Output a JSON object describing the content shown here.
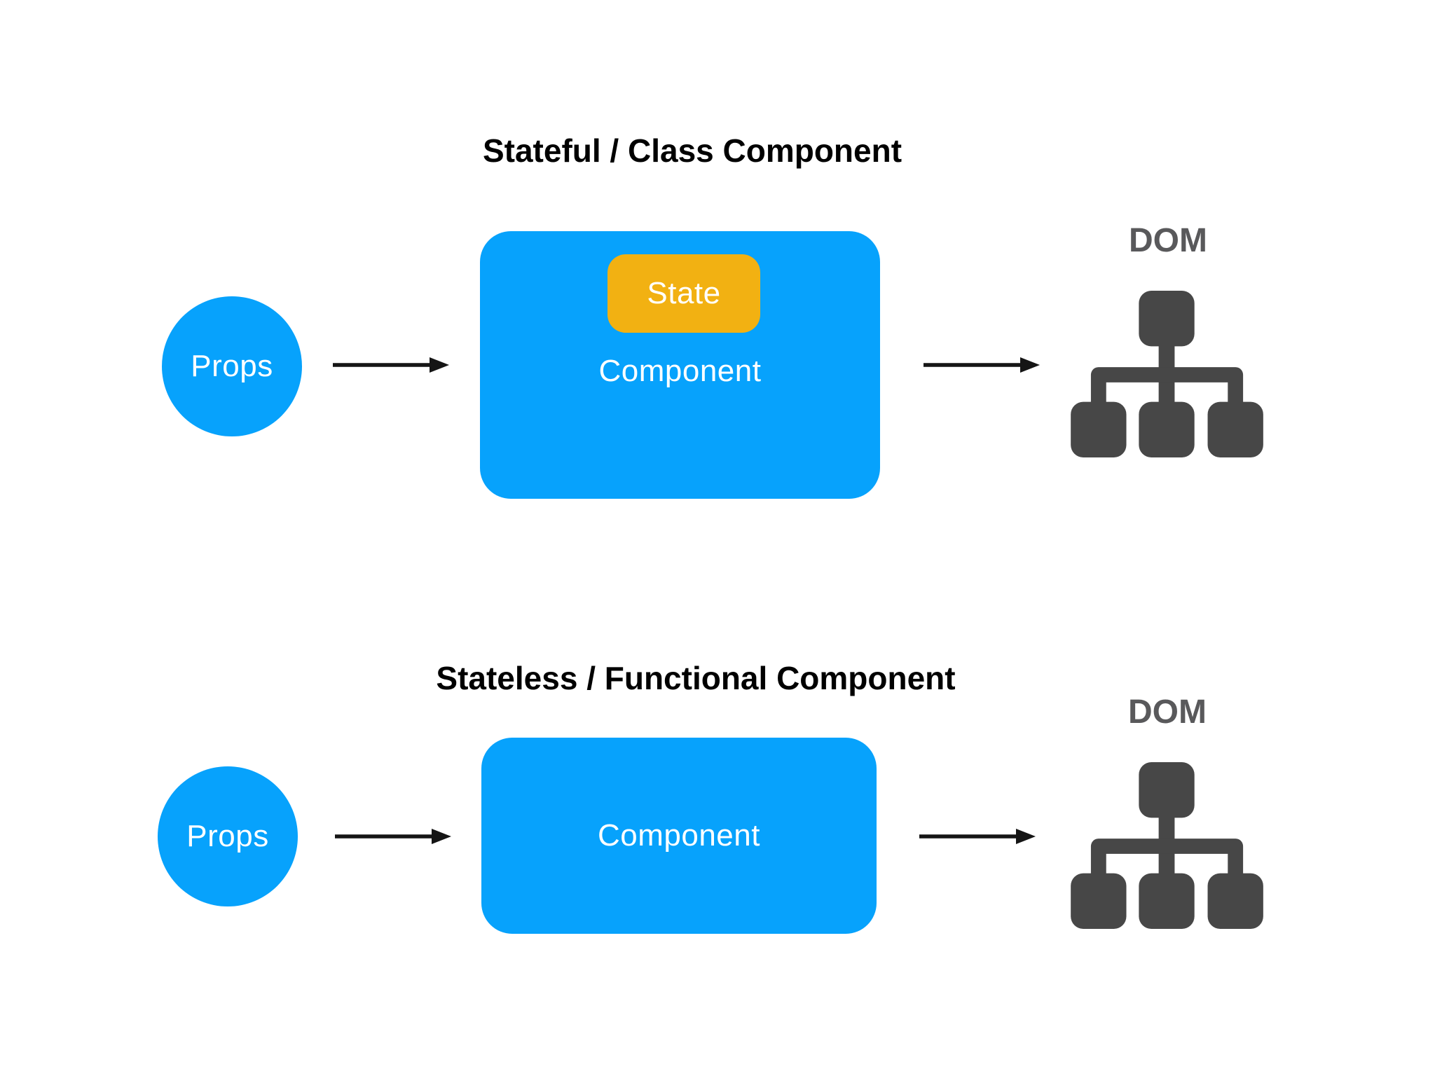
{
  "page": {
    "background": "#ffffff"
  },
  "colors": {
    "blue": "#07a2fc",
    "amber": "#f2b112",
    "icongray": "#474747",
    "domgray": "#59595b",
    "ink": "#000000",
    "arrow": "#151515"
  },
  "sections": [
    {
      "title": "Stateful / Class Component",
      "props": "Props",
      "state": "State",
      "component": "Component",
      "dom": "DOM"
    },
    {
      "title": "Stateless / Functional Component",
      "props": "Props",
      "component": "Component",
      "dom": "DOM"
    }
  ]
}
